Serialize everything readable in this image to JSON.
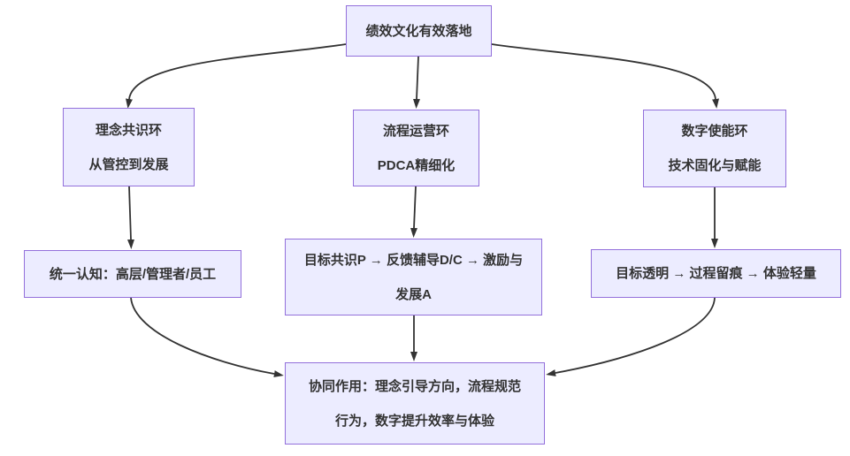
{
  "diagram": {
    "background_color": "#ffffff",
    "node_fill_color": "#ECECFF",
    "node_border_color": "#9370DB",
    "text_color": "#333333",
    "arrow_color": "#333333",
    "nodes": {
      "root": {
        "lines": [
          "绩效文化有效落地"
        ]
      },
      "concept_loop": {
        "lines": [
          "理念共识环",
          "从管控到发展"
        ]
      },
      "process_loop": {
        "lines": [
          "流程运营环",
          "PDCA精细化"
        ]
      },
      "digital_loop": {
        "lines": [
          "数字使能环",
          "技术固化与赋能"
        ]
      },
      "concept_detail": {
        "lines": [
          "统一认知：高层/管理者/员工"
        ]
      },
      "process_detail": {
        "lines": [
          "目标共识P → 反馈辅导D/C → 激励与",
          "发展A"
        ]
      },
      "digital_detail": {
        "lines": [
          "目标透明 → 过程留痕 → 体验轻量"
        ]
      },
      "synergy": {
        "lines": [
          "协同作用：理念引导方向，流程规范",
          "行为，数字提升效率与体验"
        ]
      }
    }
  }
}
